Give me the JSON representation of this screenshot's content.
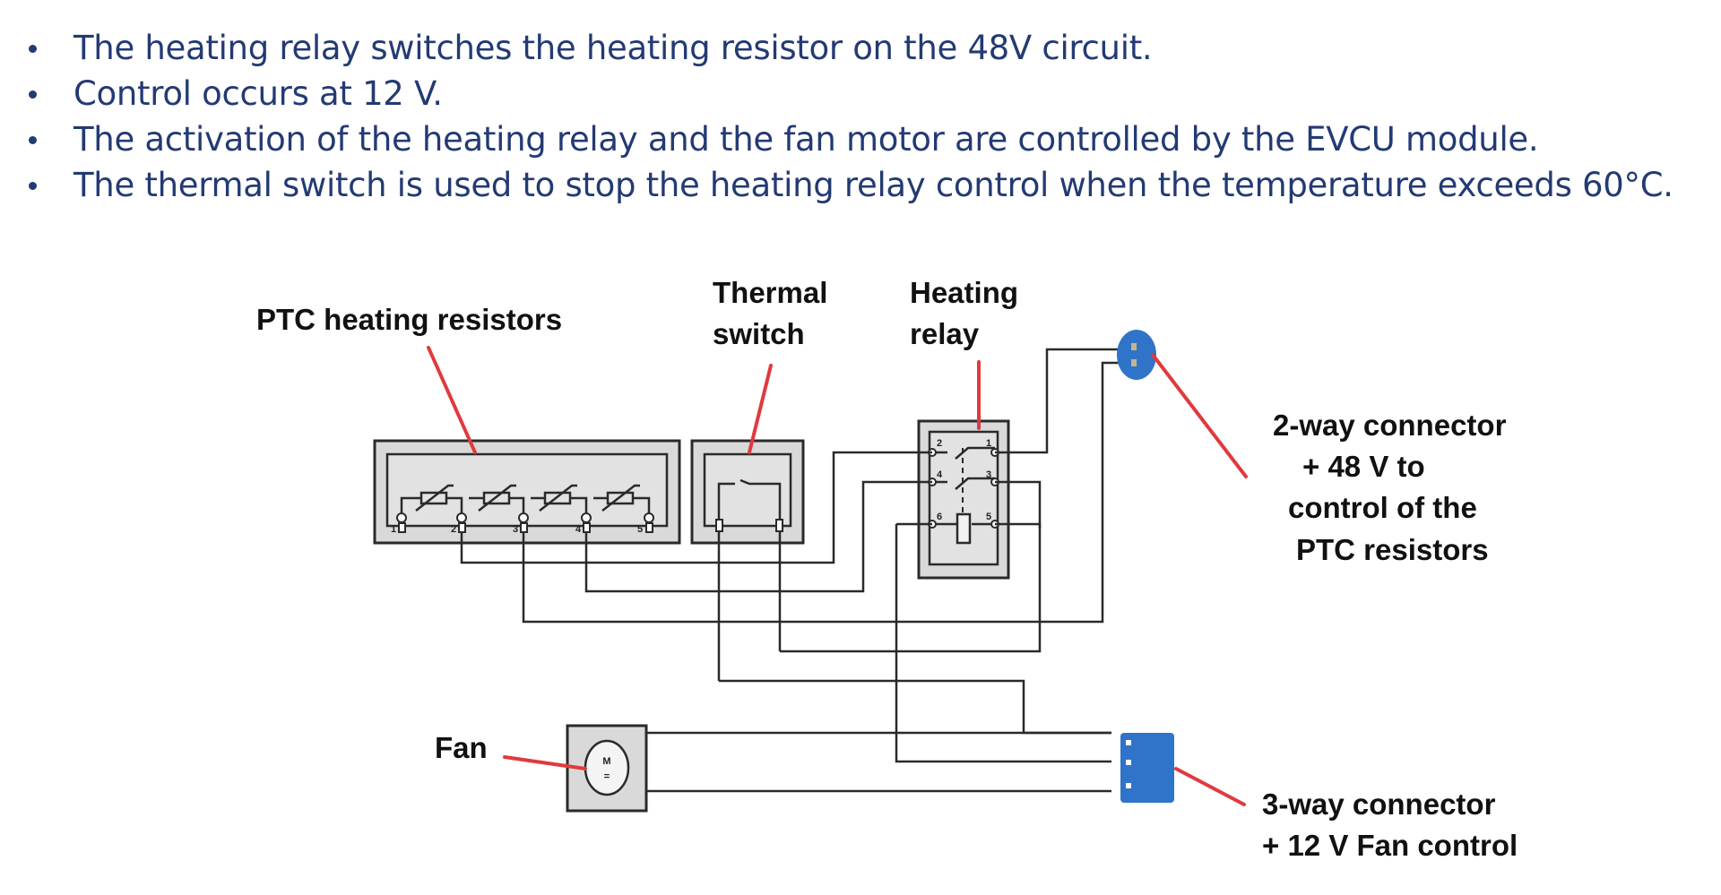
{
  "bullets": [
    "The heating relay switches the heating resistor on the 48V circuit.",
    "Control occurs at 12 V.",
    "The activation of the heating relay and the fan motor are controlled by the EVCU module.",
    "The thermal switch is used to stop the heating relay control when the temperature exceeds 60°C."
  ],
  "labels": {
    "ptc": "PTC heating resistors",
    "thermal_1": "Thermal",
    "thermal_2": "switch",
    "relay_1": "Heating",
    "relay_2": "relay",
    "fan": "Fan",
    "conn2_1": "2-way connector",
    "conn2_2": "+ 48 V to",
    "conn2_3": "control of the",
    "conn2_4": "PTC resistors",
    "conn3_1": "3-way connector",
    "conn3_2": "+ 12 V Fan control"
  },
  "pin_numbers": {
    "ptc": [
      "1",
      "2",
      "3",
      "4",
      "5"
    ],
    "relay": [
      "2",
      "1",
      "4",
      "3",
      "6",
      "5"
    ]
  },
  "motor_symbol": {
    "letter": "M",
    "dc": "="
  },
  "colors": {
    "text_blue": "#233a73",
    "pointer_red": "#e03a3e",
    "connector_blue": "#2f74c8",
    "component_gray": "#d9d9d9"
  }
}
